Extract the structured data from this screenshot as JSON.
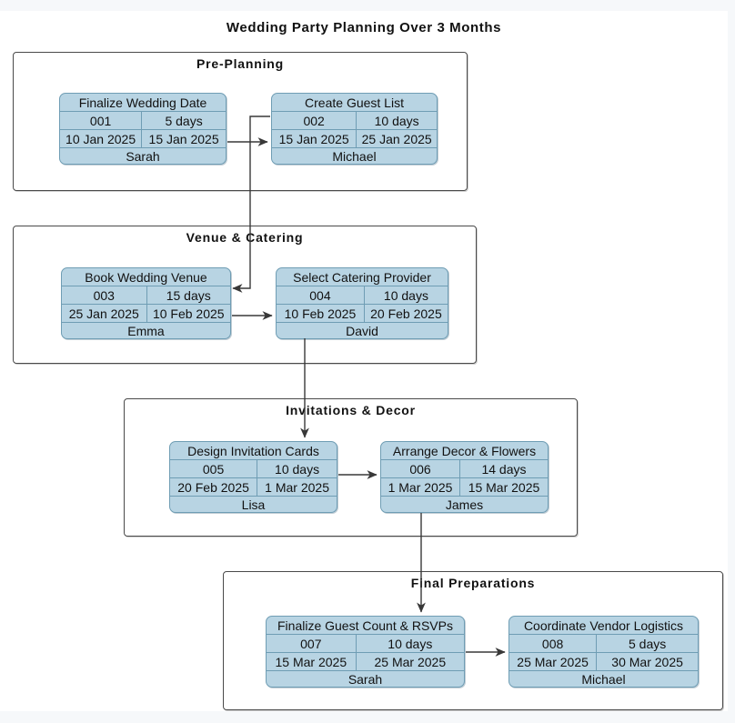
{
  "title": "Wedding Party Planning Over 3 Months",
  "colors": {
    "card_fill": "#b8d4e3",
    "card_border": "#6f9db4",
    "group_border": "#4a4a4a",
    "arrow": "#383838",
    "page_frame": "#f6f8fa"
  },
  "groups": [
    {
      "name": "Pre-Planning",
      "tasks": [
        {
          "title": "Finalize Wedding Date",
          "id": "001",
          "duration": "5 days",
          "start": "10 Jan 2025",
          "end": "15 Jan 2025",
          "owner": "Sarah"
        },
        {
          "title": "Create Guest List",
          "id": "002",
          "duration": "10 days",
          "start": "15 Jan 2025",
          "end": "25 Jan 2025",
          "owner": "Michael"
        }
      ]
    },
    {
      "name": "Venue & Catering",
      "tasks": [
        {
          "title": "Book Wedding Venue",
          "id": "003",
          "duration": "15 days",
          "start": "25 Jan 2025",
          "end": "10 Feb 2025",
          "owner": "Emma"
        },
        {
          "title": "Select Catering Provider",
          "id": "004",
          "duration": "10 days",
          "start": "10 Feb 2025",
          "end": "20 Feb 2025",
          "owner": "David"
        }
      ]
    },
    {
      "name": "Invitations & Decor",
      "tasks": [
        {
          "title": "Design Invitation Cards",
          "id": "005",
          "duration": "10 days",
          "start": "20 Feb 2025",
          "end": "1 Mar 2025",
          "owner": "Lisa"
        },
        {
          "title": "Arrange Decor & Flowers",
          "id": "006",
          "duration": "14 days",
          "start": "1 Mar 2025",
          "end": "15 Mar 2025",
          "owner": "James"
        }
      ]
    },
    {
      "name": "Final Preparations",
      "tasks": [
        {
          "title": "Finalize Guest Count & RSVPs",
          "id": "007",
          "duration": "10 days",
          "start": "15 Mar 2025",
          "end": "25 Mar 2025",
          "owner": "Sarah"
        },
        {
          "title": "Coordinate Vendor Logistics",
          "id": "008",
          "duration": "5 days",
          "start": "25 Mar 2025",
          "end": "30 Mar 2025",
          "owner": "Michael"
        }
      ]
    }
  ],
  "connections": [
    {
      "from": "Finalize Wedding Date",
      "to": "Create Guest List"
    },
    {
      "from": "Create Guest List",
      "to": "Book Wedding Venue"
    },
    {
      "from": "Book Wedding Venue",
      "to": "Select Catering Provider"
    },
    {
      "from": "Select Catering Provider",
      "to": "Design Invitation Cards"
    },
    {
      "from": "Design Invitation Cards",
      "to": "Arrange Decor & Flowers"
    },
    {
      "from": "Arrange Decor & Flowers",
      "to": "Finalize Guest Count & RSVPs"
    },
    {
      "from": "Finalize Guest Count & RSVPs",
      "to": "Coordinate Vendor Logistics"
    }
  ]
}
